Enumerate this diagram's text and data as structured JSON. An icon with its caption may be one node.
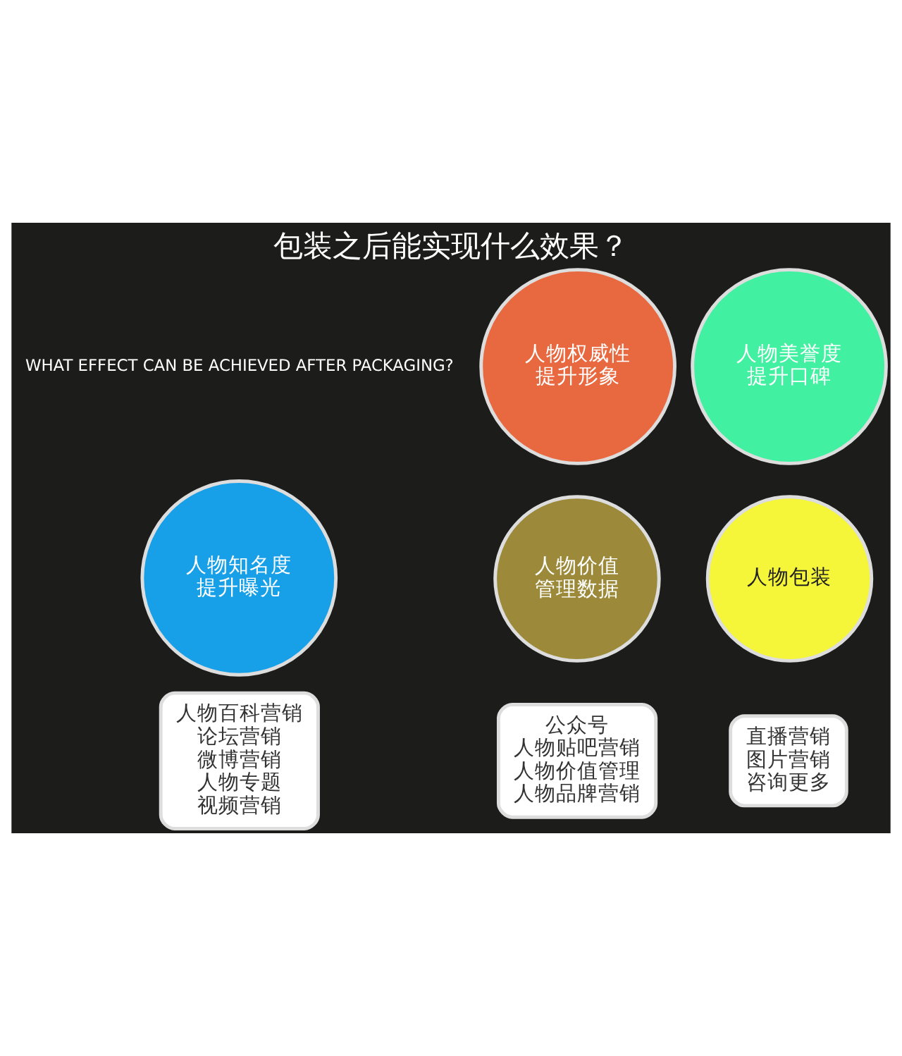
{
  "diagram": {
    "title": "包装之后能实现什么效果？",
    "nodes": [
      {
        "text": [
          "人物权威性提升形象"
        ]
      },
      {
        "text": [
          "人物美誉度提升口碑"
        ]
      },
      {
        "text": [
          "人物知名度提升曝光"
        ]
      },
      {
        "text": [
          "人物价值管理数据"
        ]
      },
      {
        "text": [
          "人物包装"
        ]
      },
      {
        "text": [
          "直播营销",
          "图片营销",
          "咨询更多"
        ]
      },
      {
        "text": [
          "公众号",
          "人物贴吧营销",
          "人物价值管理",
          "人物品牌营销"
        ]
      },
      {
        "text": [
          "人物百科营销",
          "论坛营销",
          "微博营销",
          "人物专题",
          "视频营销"
        ]
      }
    ],
    "labels": [
      "WHAT EFFECT CAN BE ACHIEVED AFTER PACKAGING?"
    ]
  }
}
